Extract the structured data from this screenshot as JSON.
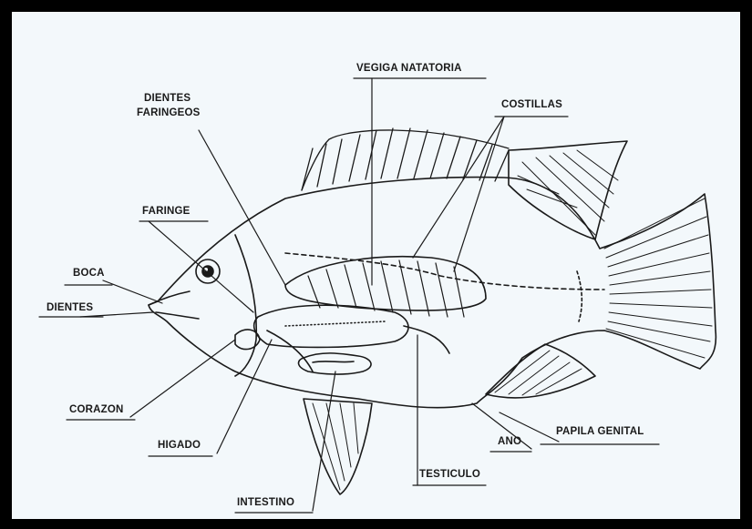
{
  "labels": {
    "vegiga_natatoria": "VEGIGA NATATORIA",
    "dientes_faringeos_1": "DIENTES",
    "dientes_faringeos_2": "FARINGEOS",
    "costillas": "COSTILLAS",
    "faringe": "FARINGE",
    "boca": "BOCA",
    "dientes": "DIENTES",
    "corazon": "CORAZON",
    "higado": "HIGADO",
    "intestino": "INTESTINO",
    "testiculo": "TESTICULO",
    "ano": "ANO",
    "papila_genital": "PAPILA GENITAL"
  },
  "colors": {
    "frame": "#000000",
    "background": "#f3f8fb",
    "ink": "#1a1a1a"
  }
}
